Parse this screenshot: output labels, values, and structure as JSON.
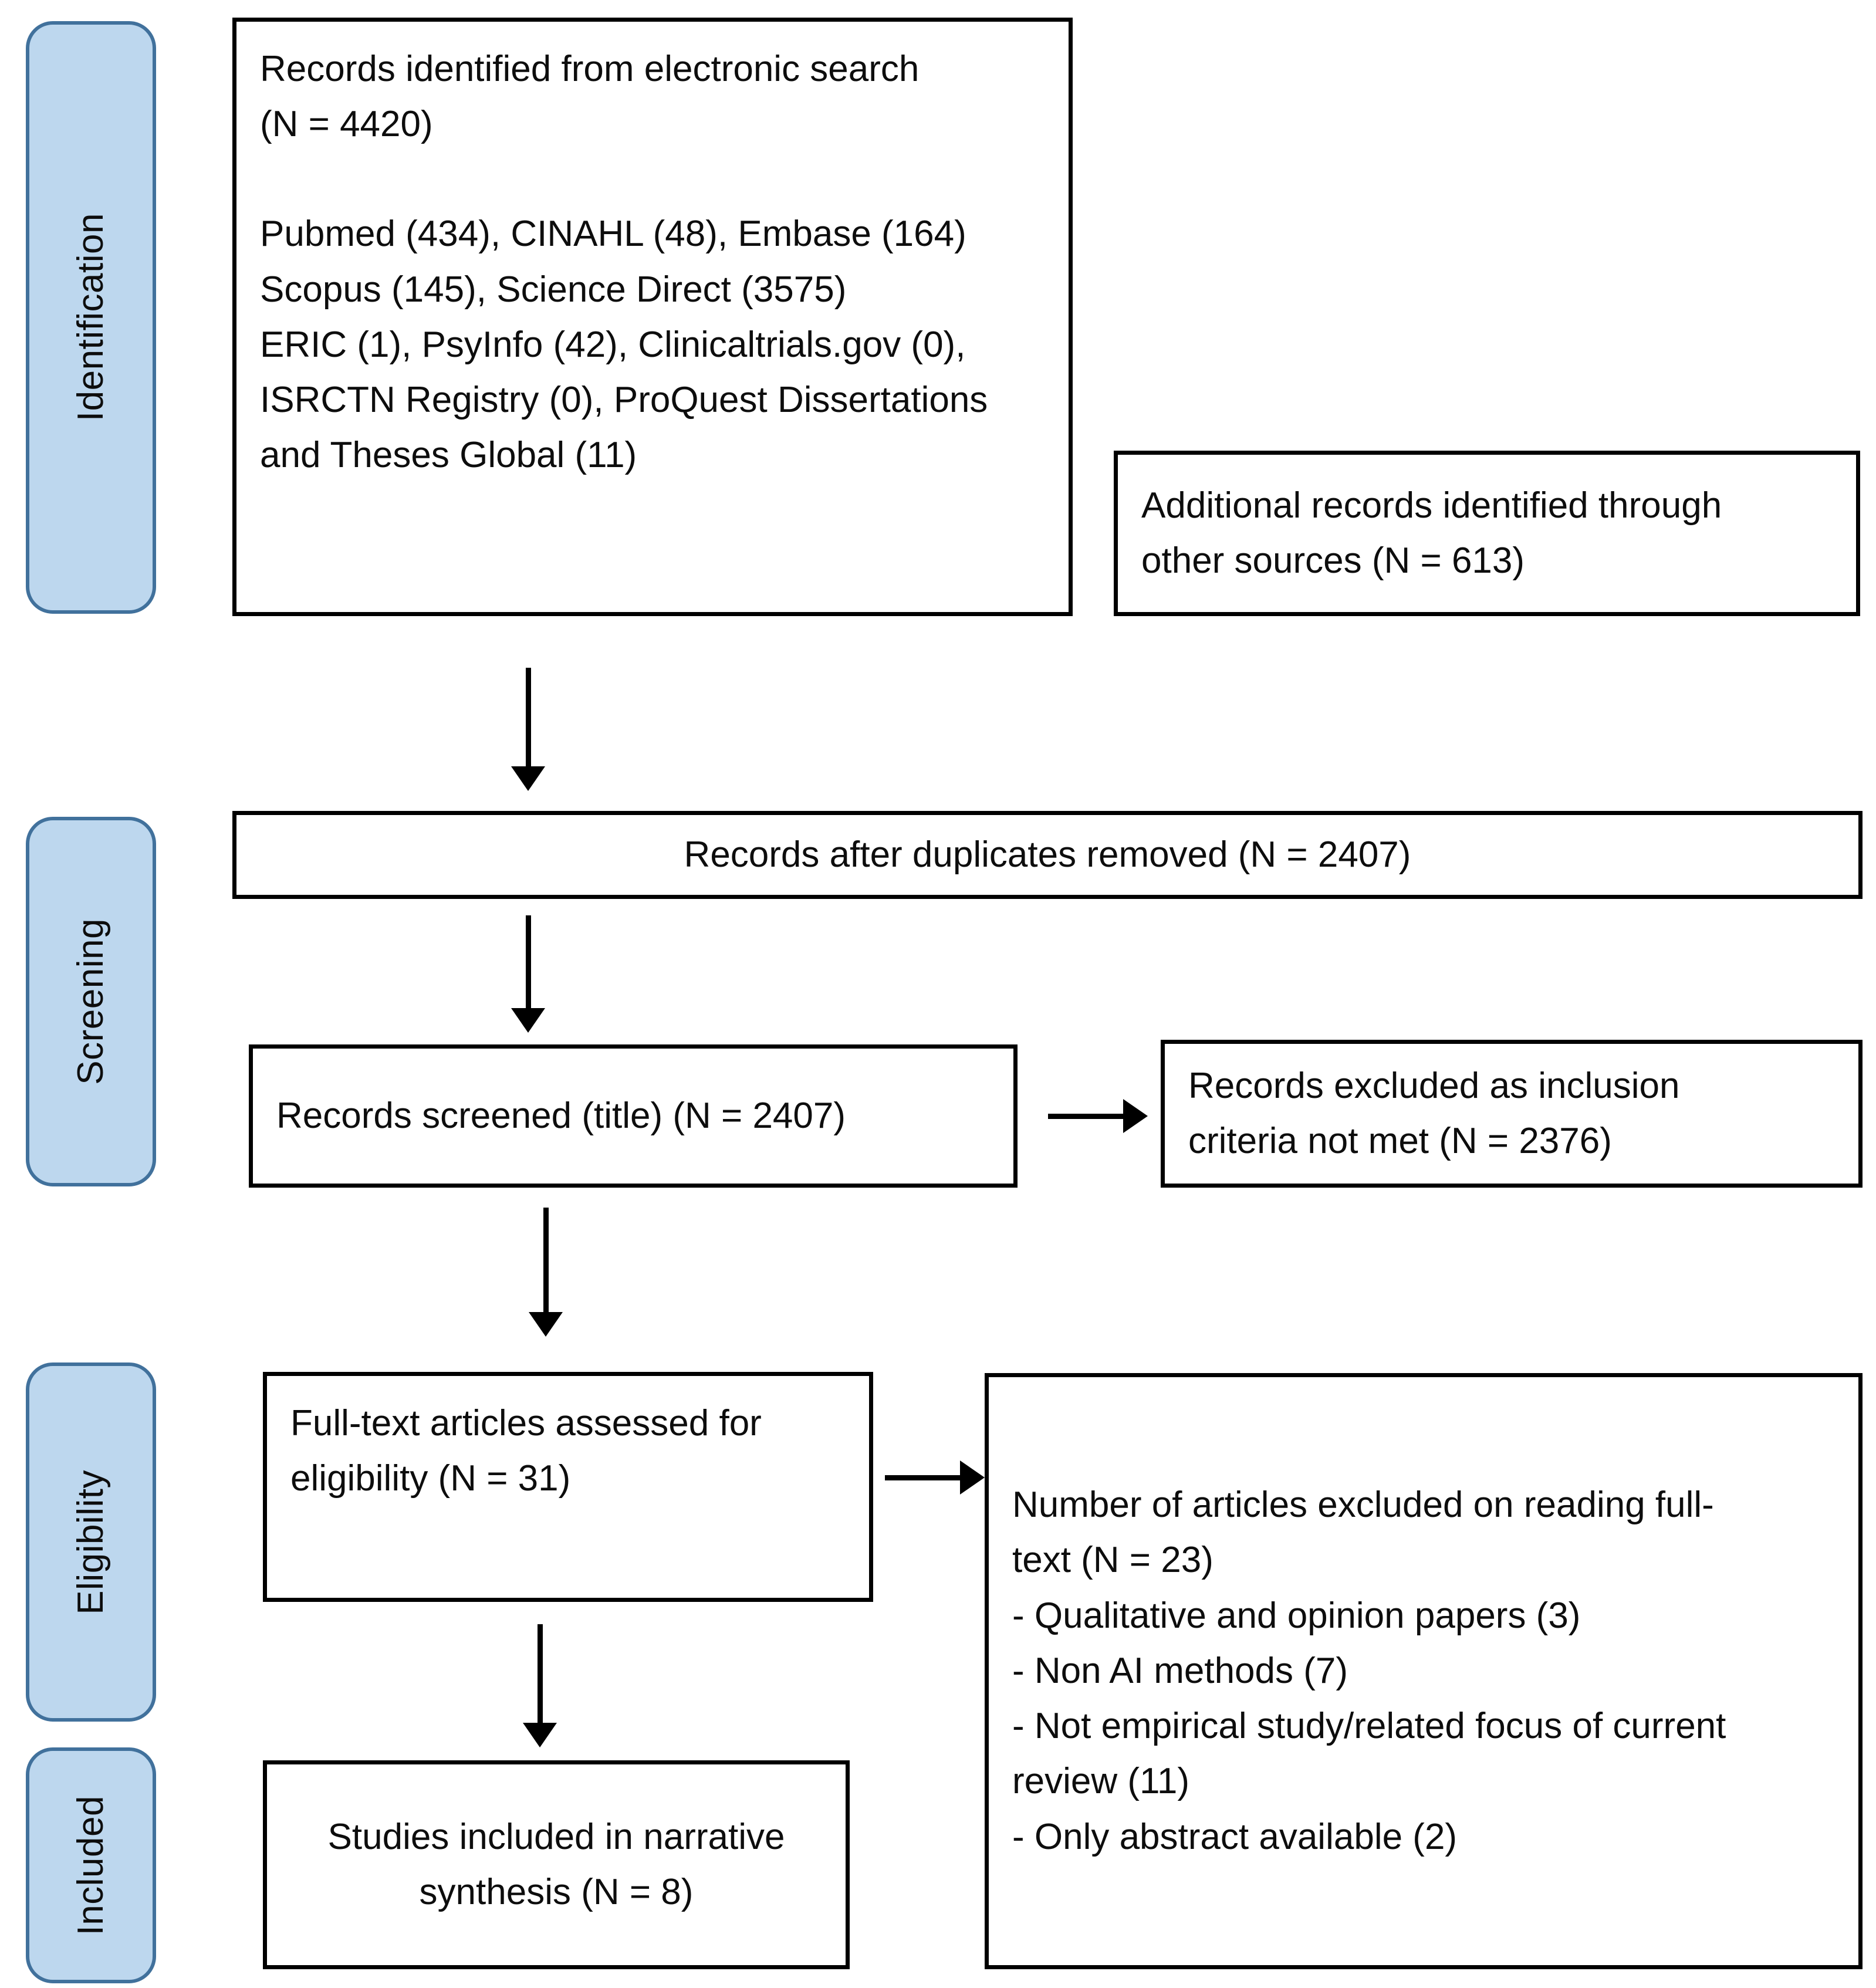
{
  "diagram": {
    "type": "prisma-flow-diagram",
    "colors": {
      "stage_fill": "#BDD7EE",
      "stage_border": "#41719C",
      "box_border": "#000000",
      "box_fill": "#FFFFFF",
      "text": "#0D0D0D"
    }
  },
  "stages": [
    {
      "id": "identification",
      "label": "Identification"
    },
    {
      "id": "screening",
      "label": "Screening"
    },
    {
      "id": "eligibility",
      "label": "Eligibility"
    },
    {
      "id": "included",
      "label": "Included"
    }
  ],
  "boxes": {
    "records_identified": {
      "heading_bold": "Records identified",
      "heading_rest": " from electronic search",
      "count_line": "(N = 4420)",
      "sources": [
        "Pubmed (434), CINAHL (48), Embase (164)",
        "Scopus (145), Science Direct (3575)",
        "ERIC (1), PsyInfo (42), Clinicaltrials.gov (0),",
        "ISRCTN Registry (0), ProQuest Dissertations",
        "and Theses Global (11)"
      ]
    },
    "additional_records": {
      "line1": "Additional records identified through",
      "line2": "other sources (N = 613)"
    },
    "after_duplicates": {
      "text": "Records after duplicates removed (N = 2407)"
    },
    "records_screened": {
      "text": "Records screened (title) (N = 2407)"
    },
    "records_excluded": {
      "line1": "Records excluded as inclusion",
      "line2": "criteria not met (N = 2376)"
    },
    "fulltext_assessed": {
      "line1": "Full-text articles assessed for",
      "line2": "eligibility (N = 31)"
    },
    "fulltext_excluded": {
      "heading_line1": "Number of articles excluded on reading full-",
      "heading_line2": "text (N = 23)",
      "reasons": [
        "- Qualitative and opinion papers (3)",
        "- Non AI methods (7)",
        "- Not empirical study/related focus of current",
        "review (11)",
        "- Only abstract available (2)"
      ]
    },
    "included_studies": {
      "line1": "Studies included in narrative",
      "line2": "synthesis (N = 8)"
    }
  },
  "chart_data": {
    "type": "diagram",
    "title": "PRISMA flow diagram of study selection",
    "nodes": [
      {
        "id": "records_identified",
        "stage": "Identification",
        "label": "Records identified from electronic search",
        "n": 4420,
        "breakdown": [
          {
            "source": "Pubmed",
            "n": 434
          },
          {
            "source": "CINAHL",
            "n": 48
          },
          {
            "source": "Embase",
            "n": 164
          },
          {
            "source": "Scopus",
            "n": 145
          },
          {
            "source": "Science Direct",
            "n": 3575
          },
          {
            "source": "ERIC",
            "n": 1
          },
          {
            "source": "PsyInfo",
            "n": 42
          },
          {
            "source": "Clinicaltrials.gov",
            "n": 0
          },
          {
            "source": "ISRCTN Registry",
            "n": 0
          },
          {
            "source": "ProQuest Dissertations and Theses Global",
            "n": 11
          }
        ]
      },
      {
        "id": "additional_records",
        "stage": "Identification",
        "label": "Additional records identified through other sources",
        "n": 613
      },
      {
        "id": "after_duplicates",
        "stage": "Screening",
        "label": "Records after duplicates removed",
        "n": 2407
      },
      {
        "id": "records_screened",
        "stage": "Screening",
        "label": "Records screened (title)",
        "n": 2407
      },
      {
        "id": "records_excluded",
        "stage": "Screening",
        "label": "Records excluded as inclusion criteria not met",
        "n": 2376
      },
      {
        "id": "fulltext_assessed",
        "stage": "Eligibility",
        "label": "Full-text articles assessed for eligibility",
        "n": 31
      },
      {
        "id": "fulltext_excluded",
        "stage": "Eligibility",
        "label": "Number of articles excluded on reading full-text",
        "n": 23,
        "breakdown": [
          {
            "reason": "Qualitative and opinion papers",
            "n": 3
          },
          {
            "reason": "Non AI methods",
            "n": 7
          },
          {
            "reason": "Not empirical study/related focus of current review",
            "n": 11
          },
          {
            "reason": "Only abstract available",
            "n": 2
          }
        ]
      },
      {
        "id": "included_studies",
        "stage": "Included",
        "label": "Studies included in narrative synthesis",
        "n": 8
      }
    ],
    "edges": [
      {
        "from": "records_identified",
        "to": "after_duplicates",
        "direction": "down"
      },
      {
        "from": "after_duplicates",
        "to": "records_screened",
        "direction": "down"
      },
      {
        "from": "records_screened",
        "to": "records_excluded",
        "direction": "right"
      },
      {
        "from": "records_screened",
        "to": "fulltext_assessed",
        "direction": "down"
      },
      {
        "from": "fulltext_assessed",
        "to": "fulltext_excluded",
        "direction": "right"
      },
      {
        "from": "fulltext_assessed",
        "to": "included_studies",
        "direction": "down"
      }
    ]
  }
}
